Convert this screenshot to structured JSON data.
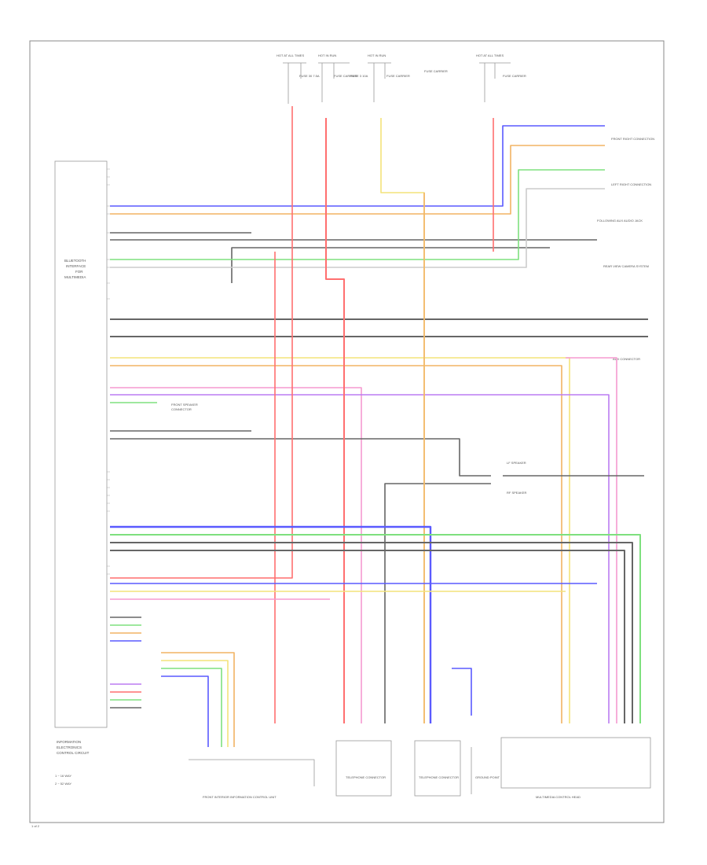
{
  "colors": {
    "frame": "#888888",
    "label": "#555555",
    "wire_blue": "#5a5aff",
    "wire_green": "#7ee07e",
    "wire_yellow": "#f3e37a",
    "wire_orange": "#f2b363",
    "wire_red": "#ff6f6f",
    "wire_pink": "#f59ad0",
    "wire_gray": "#666666",
    "wire_white": "#cccccc",
    "wire_violet": "#bb7cf2"
  },
  "labels": {
    "fuse_a": "HOT AT ALL TIMES",
    "fuse_b": "HOT IN RUN",
    "fuse_c": "HOT IN RUN",
    "fuse_d": "HOT AT ALL TIMES",
    "fuse_note_1": "FUSE 30 7.5A",
    "fuse_note_2": "FUSE CARRIER",
    "fuse_note_3": "FUSE 3 10A",
    "fuse_note_4": "FUSE CARRIER",
    "fuse_note_5": "FUSE CARRIER",
    "fuse_note_6": "FUSE CARRIER",
    "rt_note_1": "FRONT RIGHT CONNECTION",
    "rt_note_2": "LEFT RIGHT CONNECTION",
    "rt_note_3": "FOLLOWING AUX AUDIO JACK",
    "rt_note_4": "REAR VIEW CAMERA SYSTEM",
    "rt_note_5": "AUX CONNECTOR",
    "left_block_1": "BLUETOOTH",
    "left_block_2": "INTERFACE",
    "left_block_3": "FOR",
    "left_block_4": "MULTIMEDIA",
    "left_bottom_1": "INFORMATION",
    "left_bottom_2": "ELECTRONICS",
    "left_bottom_3": "CONTROL CIRCUIT",
    "mid_note_1": "FRONT SPEAKER",
    "mid_note_2": "CONNECTOR",
    "lr_note_1": "LF SPEAKER",
    "lr_note_2": "RF SPEAKER",
    "bot_1": "FRONT INTERIOR INFORMATION CONTROL UNIT",
    "bot_2": "TELEPHONE CONNECTOR",
    "bot_3": "TELEPHONE CONNECTOR",
    "bot_4": "GROUND POINT",
    "bot_5": "MULTIMEDIA CONTROL HEAD",
    "legend_1": "1 ~ 16 WAY",
    "legend_2": "2 ~ 52 WAY",
    "page_id": "1 of 2"
  }
}
